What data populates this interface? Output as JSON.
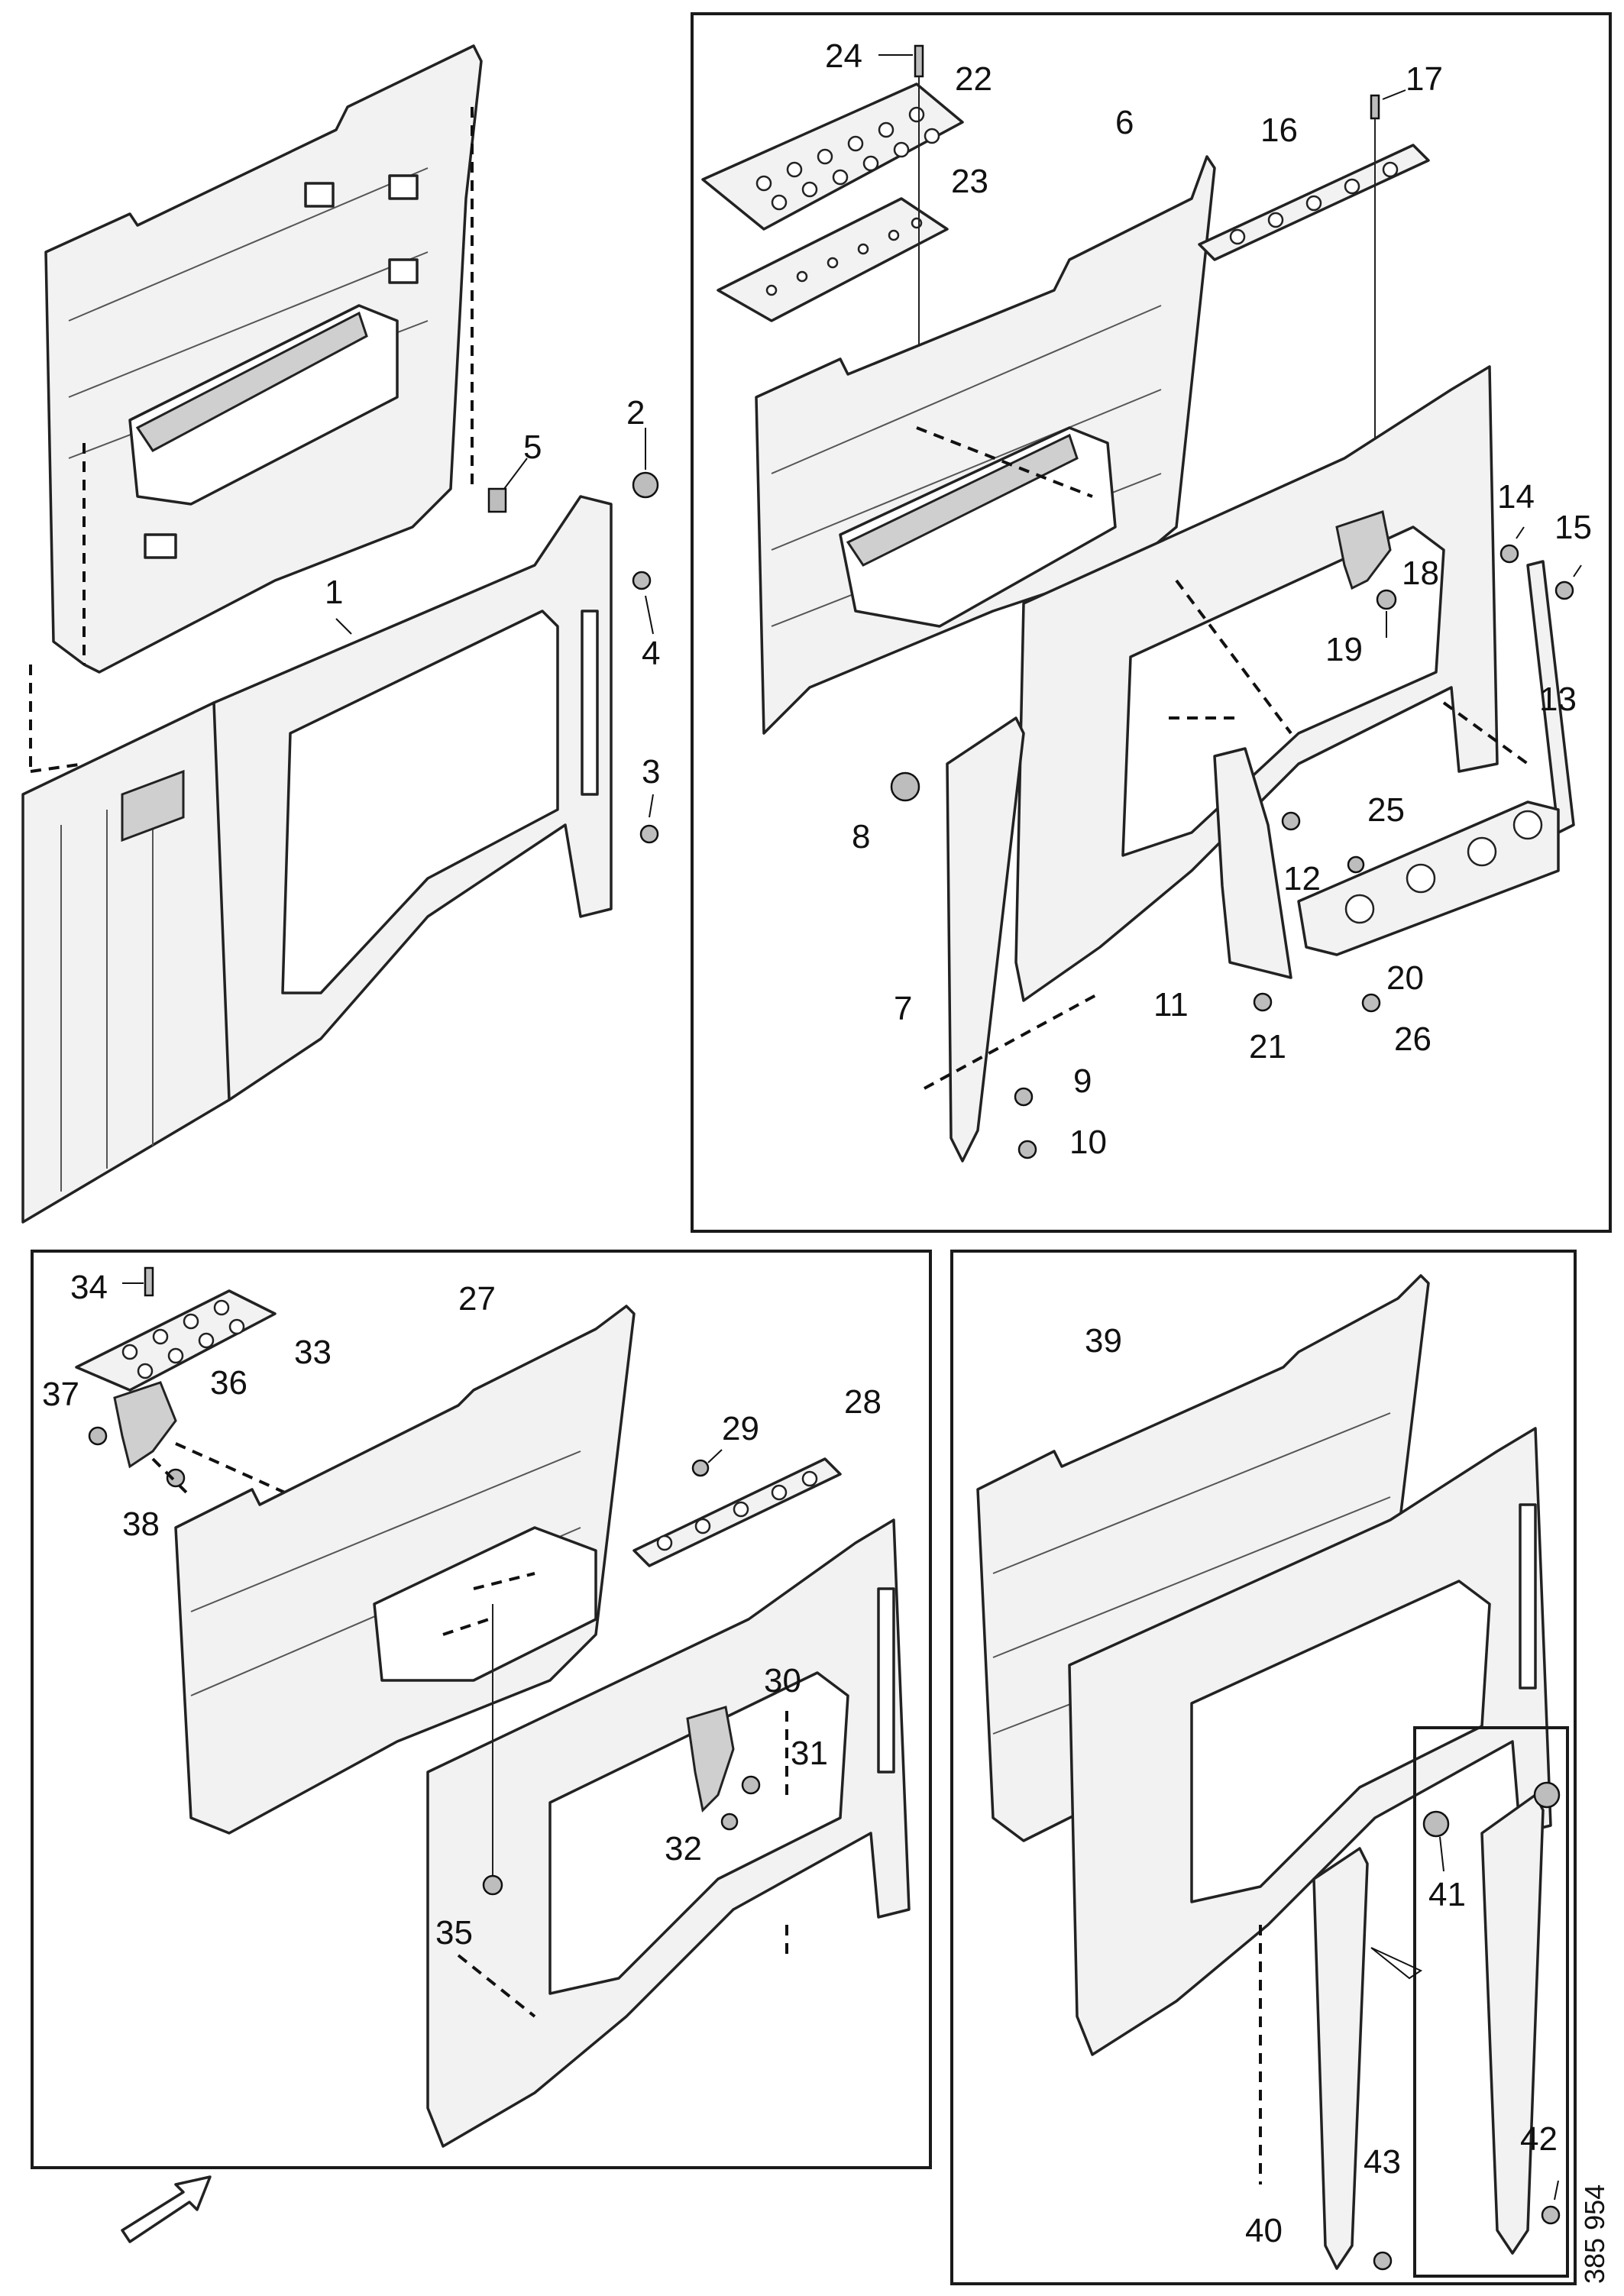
{
  "figure": {
    "reference_number": "385 954"
  },
  "callouts": {
    "c1": "1",
    "c2": "2",
    "c3": "3",
    "c4": "4",
    "c5": "5",
    "c6": "6",
    "c7": "7",
    "c8": "8",
    "c9": "9",
    "c10": "10",
    "c11": "11",
    "c12": "12",
    "c13": "13",
    "c14": "14",
    "c15": "15",
    "c16": "16",
    "c17": "17",
    "c18": "18",
    "c19": "19",
    "c20": "20",
    "c21": "21",
    "c22": "22",
    "c23": "23",
    "c24": "24",
    "c25": "25",
    "c26": "26",
    "c27": "27",
    "c28": "28",
    "c29": "29",
    "c30": "30",
    "c31": "31",
    "c32": "32",
    "c33": "33",
    "c34": "34",
    "c35": "35",
    "c36": "36",
    "c37": "37",
    "c38": "38",
    "c39": "39",
    "c40": "40",
    "c41": "41",
    "c42": "42",
    "c43": "43"
  }
}
